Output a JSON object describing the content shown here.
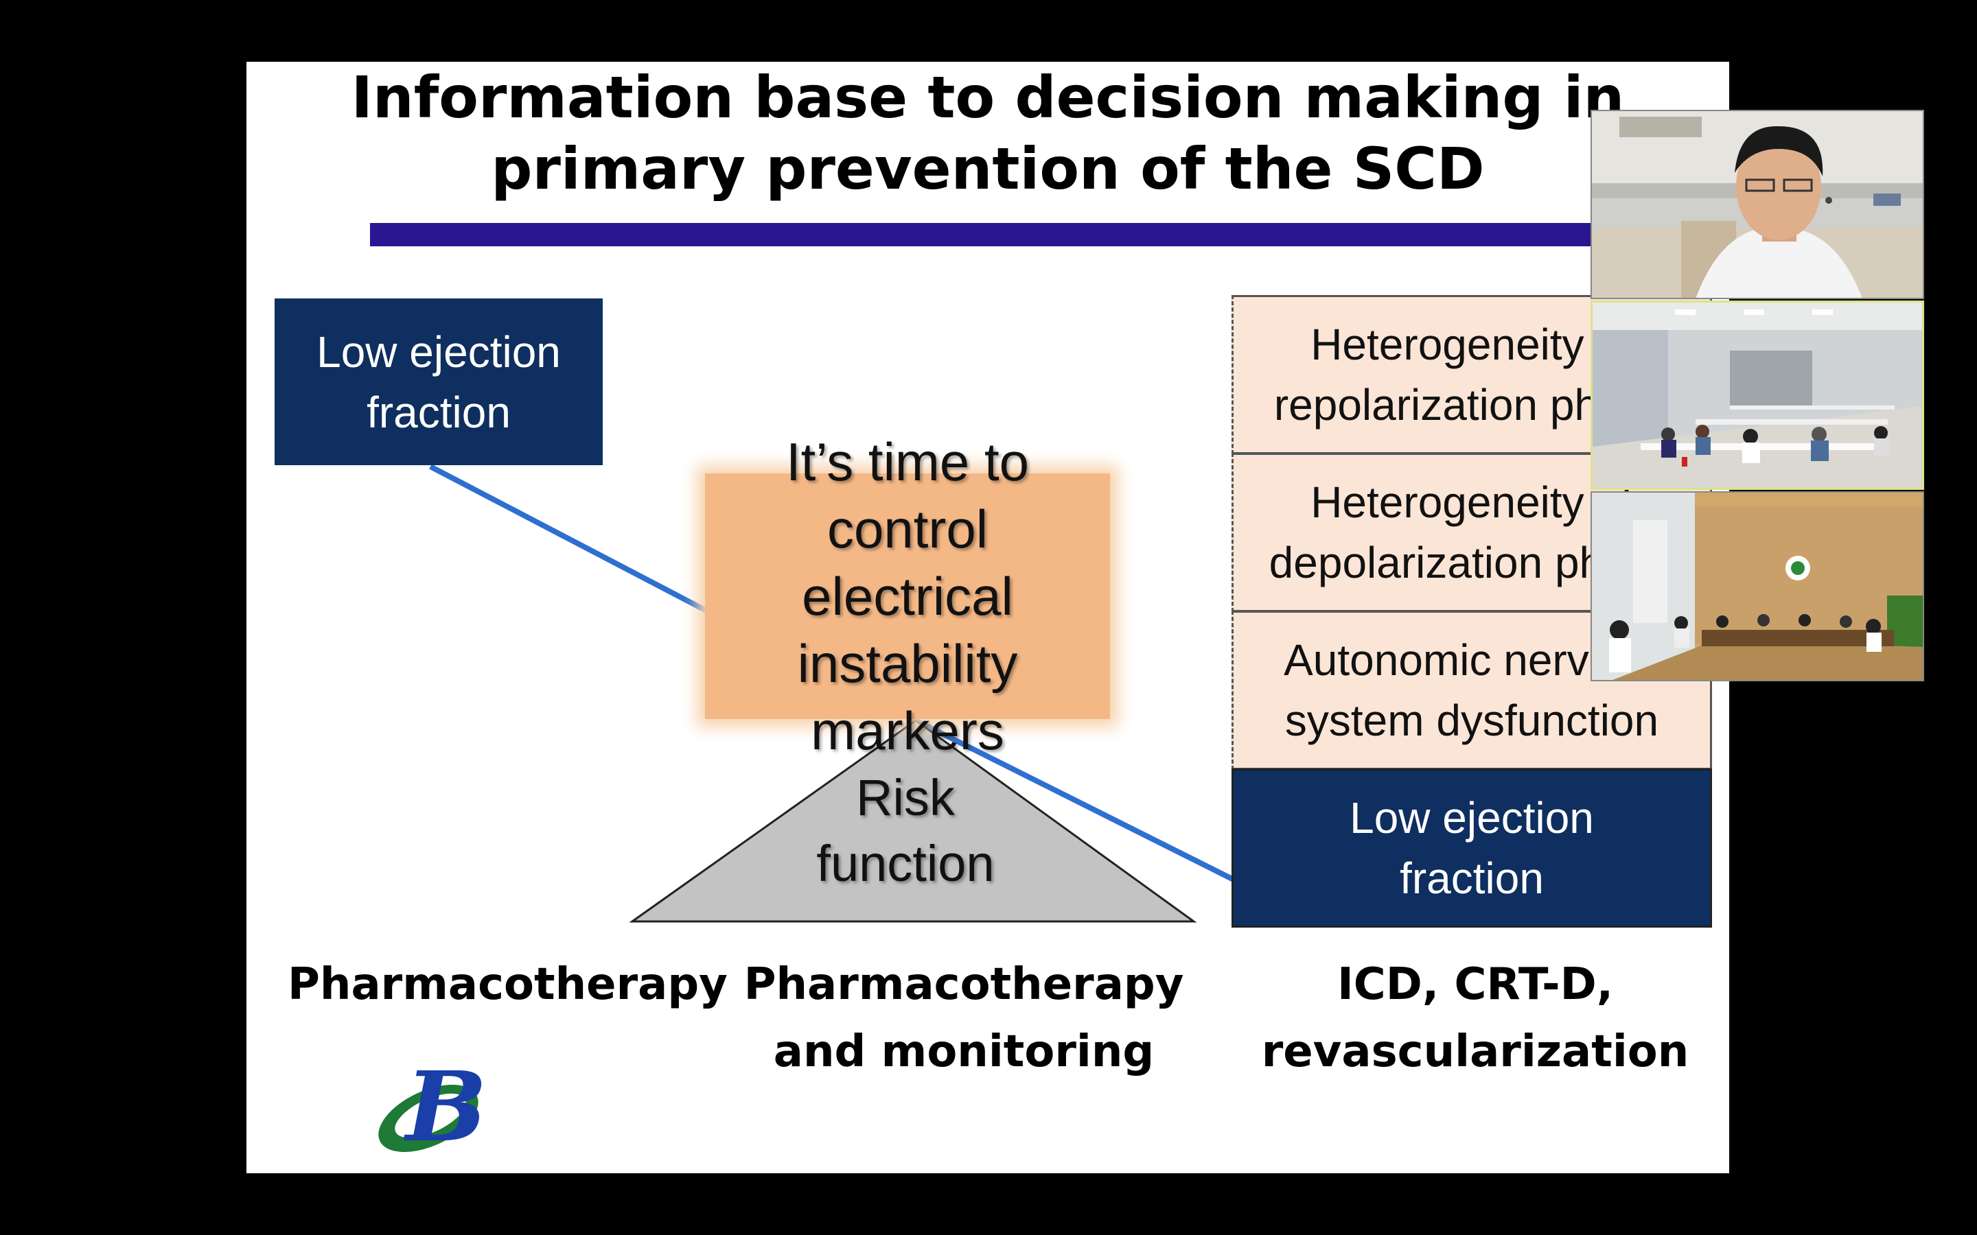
{
  "slide": {
    "title": "Information base to decision making in\nprimary prevention of the SCD",
    "left_box": "Low ejection\nfraction",
    "center_box": "It’s time to control\nelectrical instability\nmarkers",
    "triangle_label": "Risk\nfunction",
    "right_stack": [
      "Heterogeneity of\nrepolarization phase",
      "Heterogeneity of\ndepolarization phase",
      "Autonomic nervous\nsystem dysfunction"
    ],
    "right_bottom_box": "Low ejection\nfraction",
    "bottom_labels": {
      "left": "Pharmacotherapy",
      "center": "Pharmacotherapy\nand monitoring",
      "right": "ICD, CRT-D,\nrevascularization"
    },
    "logo": "B"
  },
  "video_tiles": [
    {
      "name": "presenter"
    },
    {
      "name": "conference-room-1"
    },
    {
      "name": "conference-room-2"
    }
  ],
  "colors": {
    "title_bar": "#2a1690",
    "navy": "#0e2f5f",
    "peach": "#fbe5d6",
    "orange": "#f4b887",
    "triangle": "#c3c3c3",
    "connector": "#2e6fd0"
  }
}
